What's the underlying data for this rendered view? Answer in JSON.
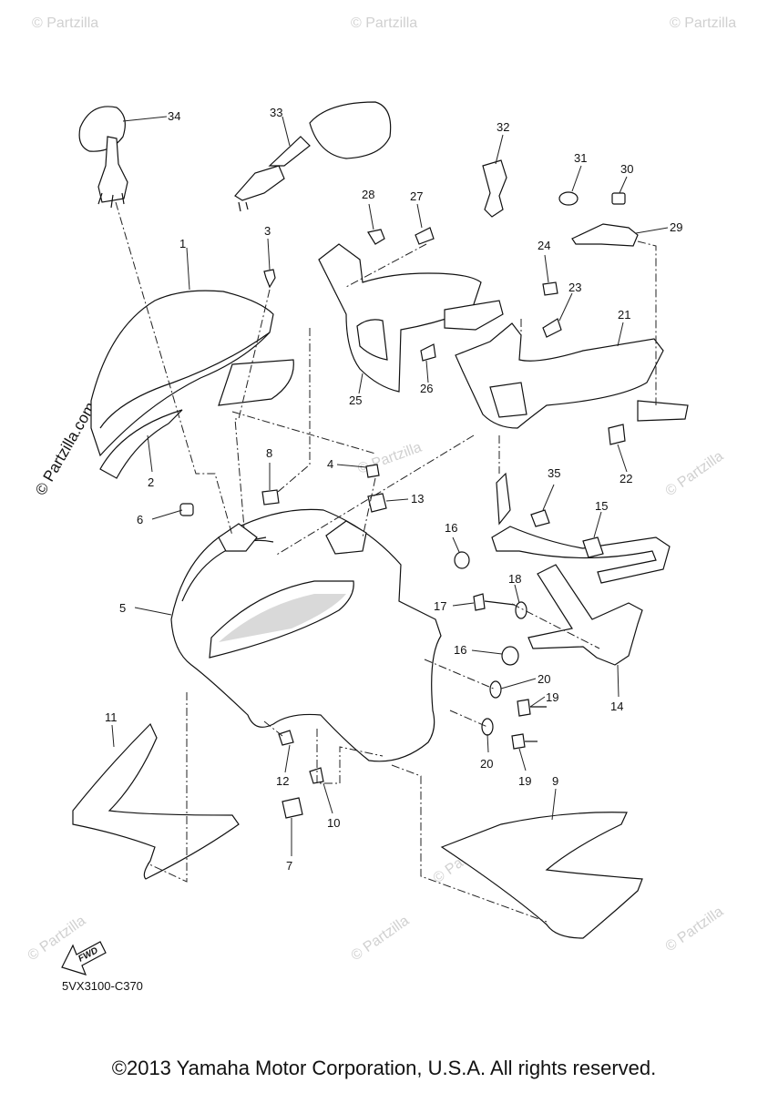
{
  "watermark": "© Partzilla.com",
  "watermark_short": "© Partzilla",
  "fwd_label": "FWD",
  "diagram_code": "5VX3100-C370",
  "copyright": "©2013 Yamaha Motor Corporation, U.S.A. All rights reserved.",
  "callouts": {
    "c1": "1",
    "c2": "2",
    "c3": "3",
    "c4": "4",
    "c5": "5",
    "c6": "6",
    "c7": "7",
    "c8": "8",
    "c9": "9",
    "c10": "10",
    "c11": "11",
    "c12": "12",
    "c13": "13",
    "c14": "14",
    "c15": "15",
    "c16a": "16",
    "c16b": "16",
    "c17": "17",
    "c18": "18",
    "c19a": "19",
    "c19b": "19",
    "c20a": "20",
    "c20b": "20",
    "c21": "21",
    "c22": "22",
    "c23": "23",
    "c24": "24",
    "c25": "25",
    "c26": "26",
    "c27": "27",
    "c28": "28",
    "c29": "29",
    "c30": "30",
    "c31": "31",
    "c32": "32",
    "c33": "33",
    "c34": "34",
    "c35": "35"
  }
}
